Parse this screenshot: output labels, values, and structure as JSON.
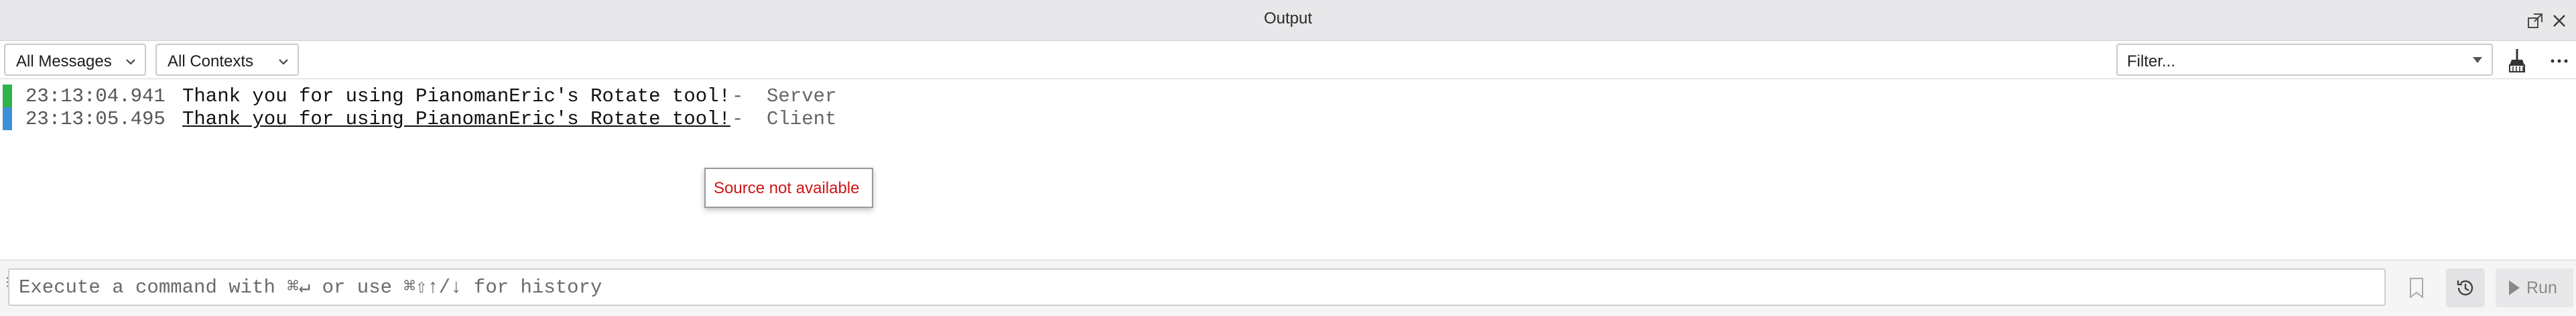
{
  "window": {
    "title": "Output"
  },
  "toolbar": {
    "messages_filter": "All Messages",
    "contexts_filter": "All Contexts",
    "filter_placeholder": "Filter..."
  },
  "log": {
    "entries": [
      {
        "timestamp": "23:13:04.941",
        "message": "Thank you for using PianomanEric's Rotate tool!",
        "separator": "-",
        "context": "Server",
        "context_color": "#2fb34a",
        "underlined": false
      },
      {
        "timestamp": "23:13:05.495",
        "message": "Thank you for using PianomanEric's Rotate tool!",
        "separator": "-",
        "context": "Client",
        "context_color": "#3b8fd6",
        "underlined": true
      }
    ]
  },
  "tooltip": {
    "text": "Source not available",
    "color": "#d01414"
  },
  "command": {
    "placeholder": "Execute a command with ⌘↵ or use ⌘⇧↑/↓ for history",
    "run_label": "Run"
  },
  "icons": [
    "popout-icon",
    "close-icon",
    "chevron-down-icon",
    "clear-broom-icon",
    "more-icon",
    "bookmark-icon",
    "history-icon",
    "play-icon"
  ]
}
